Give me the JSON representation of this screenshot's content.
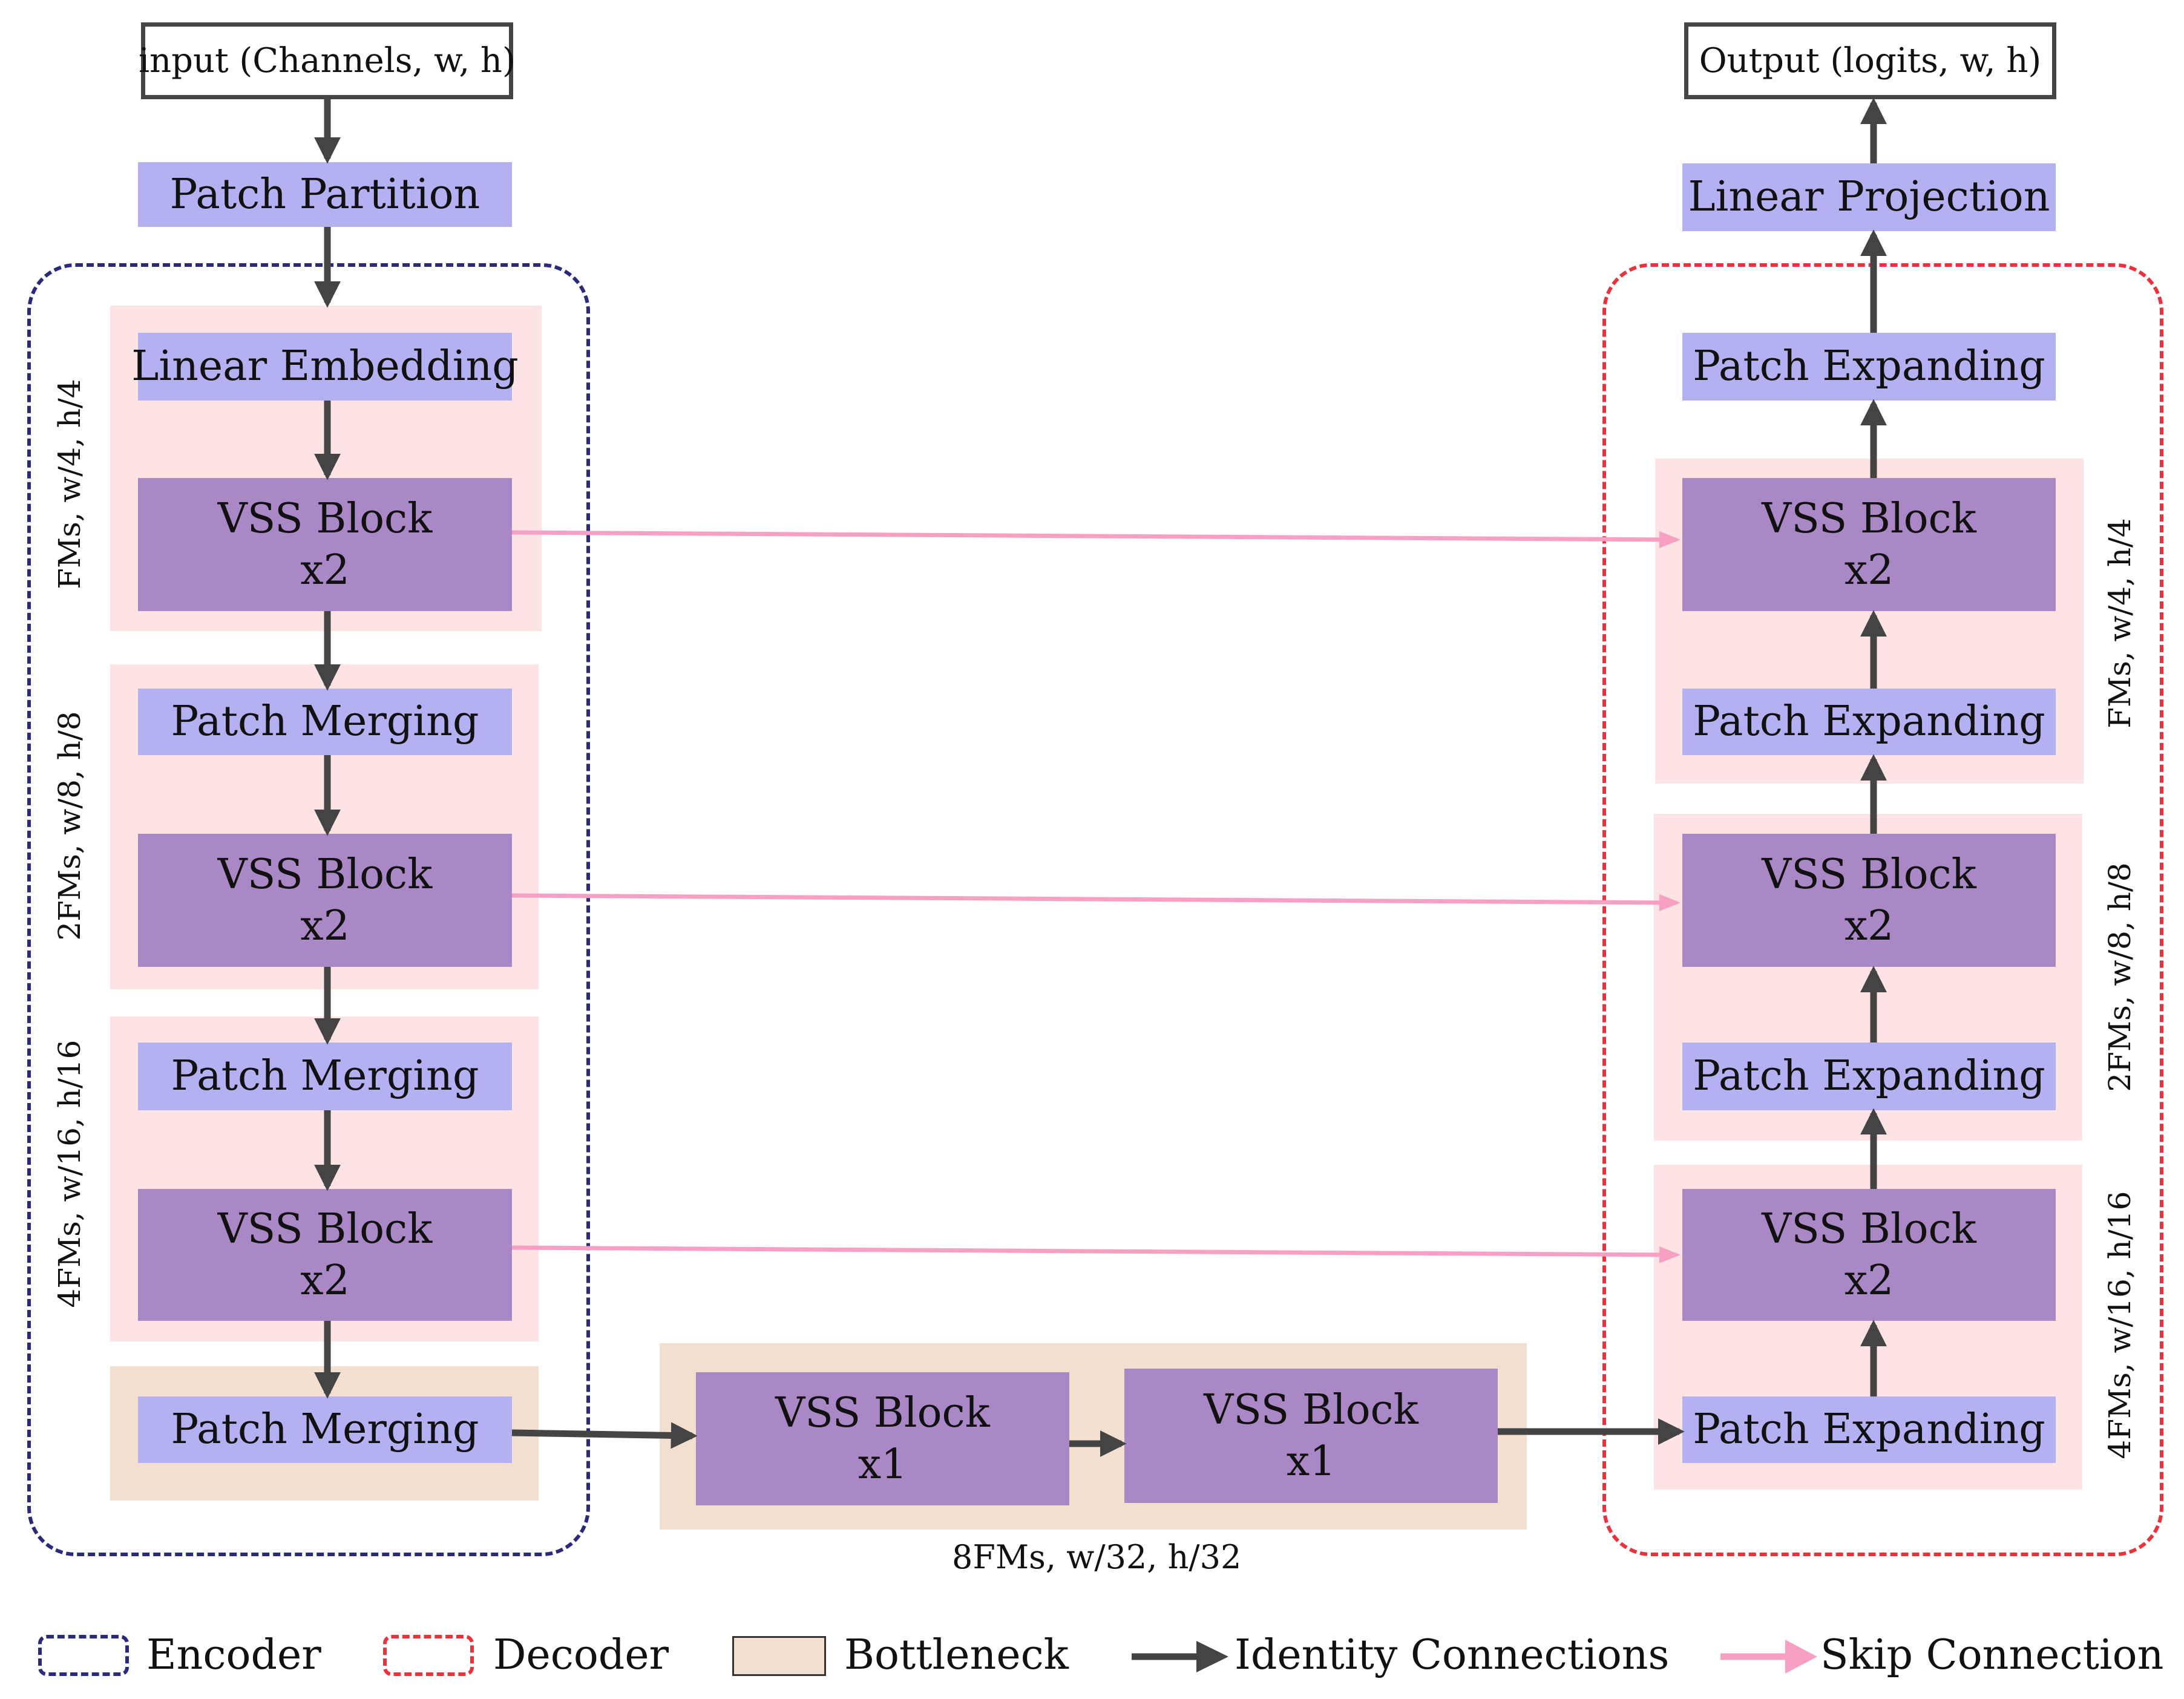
{
  "input_box": "input (Channels, w, h)",
  "output_box": "Output (logits, w, h)",
  "encoder": {
    "patch_partition": "Patch Partition",
    "linear_embedding": "Linear Embedding",
    "vss1": {
      "line1": "VSS Block",
      "line2": "x2"
    },
    "merge1": "Patch Merging",
    "vss2": {
      "line1": "VSS Block",
      "line2": "x2"
    },
    "merge2": "Patch Merging",
    "vss3": {
      "line1": "VSS Block",
      "line2": "x2"
    },
    "merge3": "Patch Merging",
    "stage_labels": [
      "FMs, w/4, h/4",
      "2FMs, w/8, h/8",
      "4FMs, w/16, h/16"
    ]
  },
  "bottleneck": {
    "vss_a": {
      "line1": "VSS Block",
      "line2": "x1"
    },
    "vss_b": {
      "line1": "VSS Block",
      "line2": "x1"
    },
    "label": "8FMs, w/32, h/32"
  },
  "decoder": {
    "linear_projection": "Linear Projection",
    "expand_top": "Patch Expanding",
    "vss1": {
      "line1": "VSS Block",
      "line2": "x2"
    },
    "expand1": "Patch Expanding",
    "vss2": {
      "line1": "VSS Block",
      "line2": "x2"
    },
    "expand2": "Patch Expanding",
    "vss3": {
      "line1": "VSS Block",
      "line2": "x2"
    },
    "expand3": "Patch Expanding",
    "stage_labels": [
      "FMs, w/4, h/4",
      "2FMs, w/8, h/8",
      "4FMs, w/16, h/16"
    ]
  },
  "legend": {
    "encoder": "Encoder",
    "decoder": "Decoder",
    "bottleneck": "Bottleneck",
    "identity": "Identity Connections",
    "skip": "Skip Connection"
  },
  "colors": {
    "encoder_border": "#2a2a7a",
    "decoder_border": "#e8323c",
    "bottleneck_fill": "#f3dfcf",
    "stage_fill": "#fde3e3",
    "light_block": "#b3b1f2",
    "vss_block": "#a988c5",
    "identity_arrow": "#444444",
    "skip_arrow": "#f7a0c4"
  }
}
